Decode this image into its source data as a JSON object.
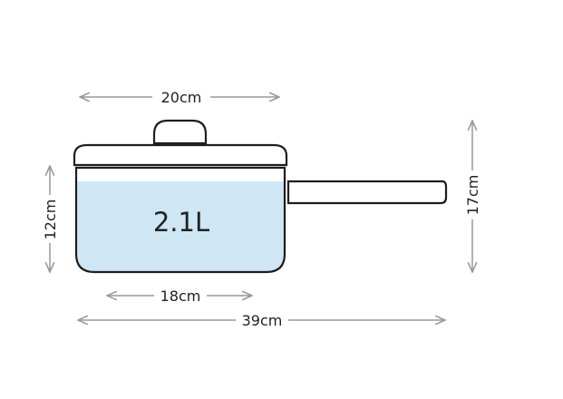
{
  "labels": {
    "lid_width": "20cm",
    "body_height": "12cm",
    "total_height": "17cm",
    "base_width": "18cm",
    "total_length": "39cm",
    "capacity": "2.1L"
  },
  "colors": {
    "water": "#cfe6f5",
    "outline": "#1e1e1e",
    "dimension": "#999999"
  }
}
